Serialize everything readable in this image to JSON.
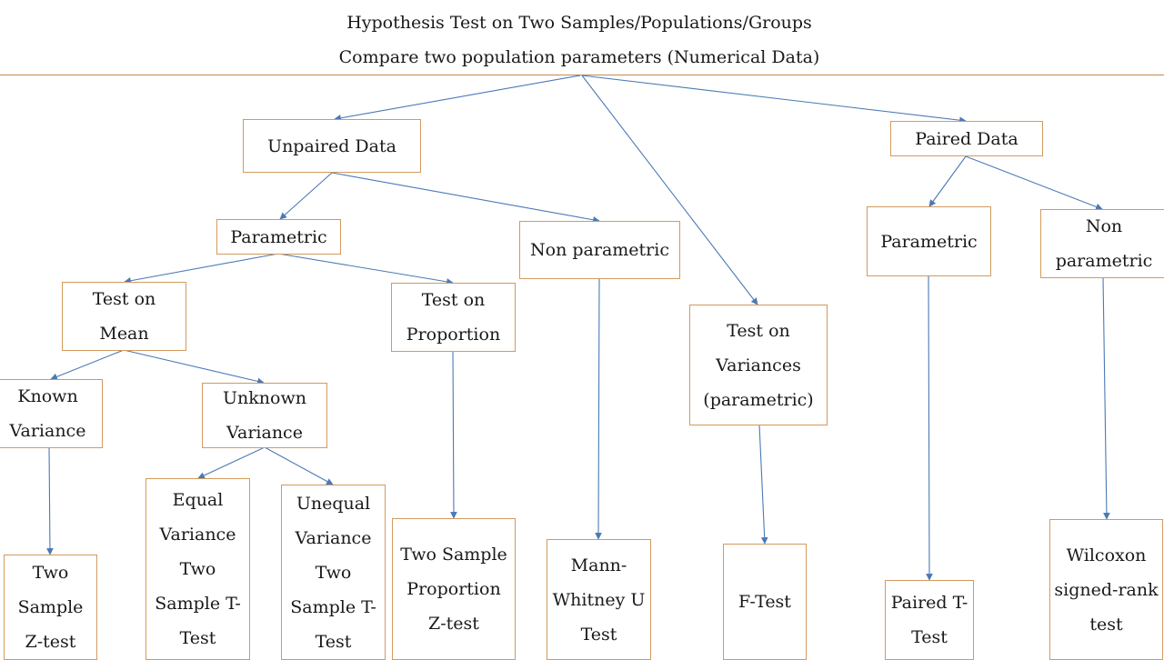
{
  "header": {
    "title": "Hypothesis Test on Two Samples/Populations/Groups",
    "subtitle": "Compare two population parameters (Numerical Data)"
  },
  "nodes": {
    "unpaired": "Unpaired Data",
    "paired": "Paired Data",
    "unpaired_parametric": "Parametric",
    "unpaired_nonparametric": "Non parametric",
    "paired_parametric": "Parametric",
    "paired_nonparametric": "Non parametric",
    "test_on_mean": "Test on Mean",
    "test_on_proportion": "Test on Proportion",
    "test_on_variances": "Test on Variances (parametric)",
    "known_variance": "Known Variance",
    "unknown_variance": "Unknown Variance",
    "equal_variance_t": "Equal Variance Two Sample T-Test",
    "unequal_variance_t": "Unequal Variance Two Sample T-Test",
    "two_sample_z": "Two Sample Z-test",
    "proportion_z": "Two Sample Proportion Z-test",
    "mann_whitney": "Mann-Whitney U Test",
    "f_test": "F-Test",
    "paired_t": "Paired T-Test",
    "wilcoxon": "Wilcoxon signed-rank test"
  },
  "colors": {
    "box_border": "#d29a5e",
    "rule": "#c8894a",
    "arrow": "#4a7ab5"
  }
}
